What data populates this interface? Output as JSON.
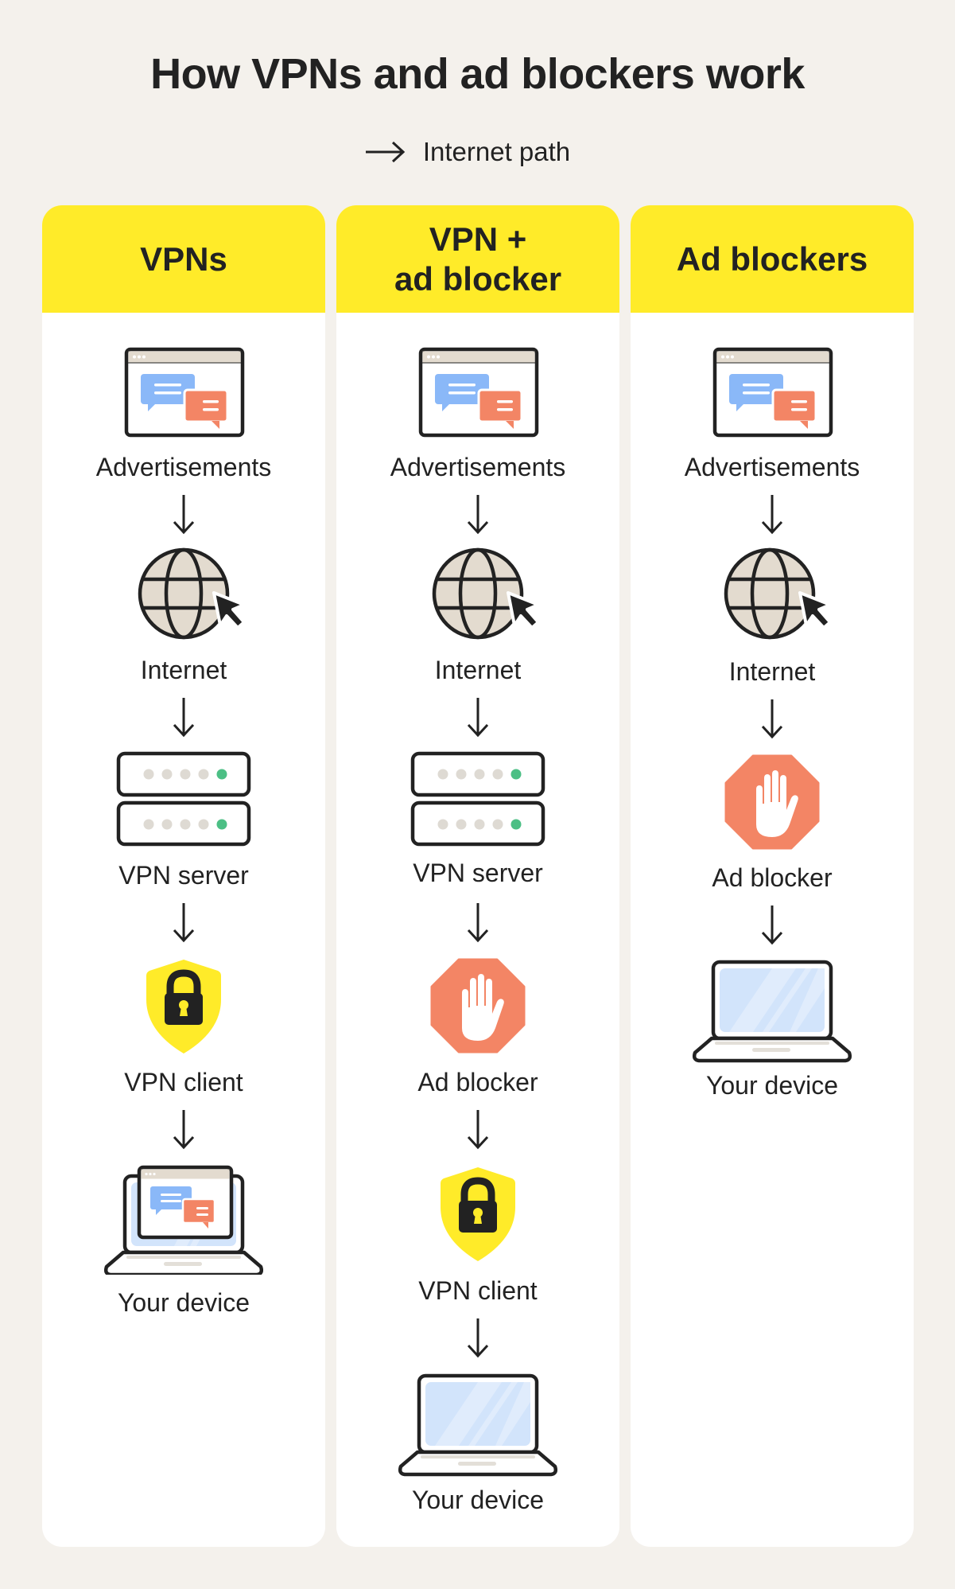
{
  "title": "How VPNs and ad blockers work",
  "legend": {
    "icon": "right-arrow-icon",
    "label": "Internet path"
  },
  "colors": {
    "background": "#f4f1ec",
    "panel": "#ffffff",
    "header": "#ffeb29",
    "text": "#222222",
    "ad_blue": "#8ab8f8",
    "ad_orange": "#f38565",
    "globe_fill": "#e3dbcf",
    "server_dot": "#dedad3",
    "server_led": "#4cbf85",
    "shield": "#ffeb29",
    "stop_sign": "#f38565",
    "screen": "#d2e4fb"
  },
  "columns": [
    {
      "title_lines": [
        "VPNs"
      ],
      "steps": [
        {
          "label": "Advertisements",
          "icon": "advertisement-window-icon"
        },
        {
          "label": "Internet",
          "icon": "globe-cursor-icon"
        },
        {
          "label": "VPN server",
          "icon": "server-icon"
        },
        {
          "label": "VPN client",
          "icon": "shield-lock-icon"
        },
        {
          "label": "Your device",
          "icon": "laptop-with-ads-icon"
        }
      ]
    },
    {
      "title_lines": [
        "VPN +",
        "ad blocker"
      ],
      "steps": [
        {
          "label": "Advertisements",
          "icon": "advertisement-window-icon"
        },
        {
          "label": "Internet",
          "icon": "globe-cursor-icon"
        },
        {
          "label": "VPN server",
          "icon": "server-icon"
        },
        {
          "label": "Ad blocker",
          "icon": "stop-hand-icon"
        },
        {
          "label": "VPN client",
          "icon": "shield-lock-icon"
        },
        {
          "label": "Your device",
          "icon": "laptop-icon"
        }
      ]
    },
    {
      "title_lines": [
        "Ad blockers"
      ],
      "steps": [
        {
          "label": "Advertisements",
          "icon": "advertisement-window-icon"
        },
        {
          "label": "Internet",
          "icon": "globe-cursor-icon"
        },
        {
          "label": "Ad blocker",
          "icon": "stop-hand-icon"
        },
        {
          "label": "Your device",
          "icon": "laptop-icon"
        }
      ]
    }
  ]
}
